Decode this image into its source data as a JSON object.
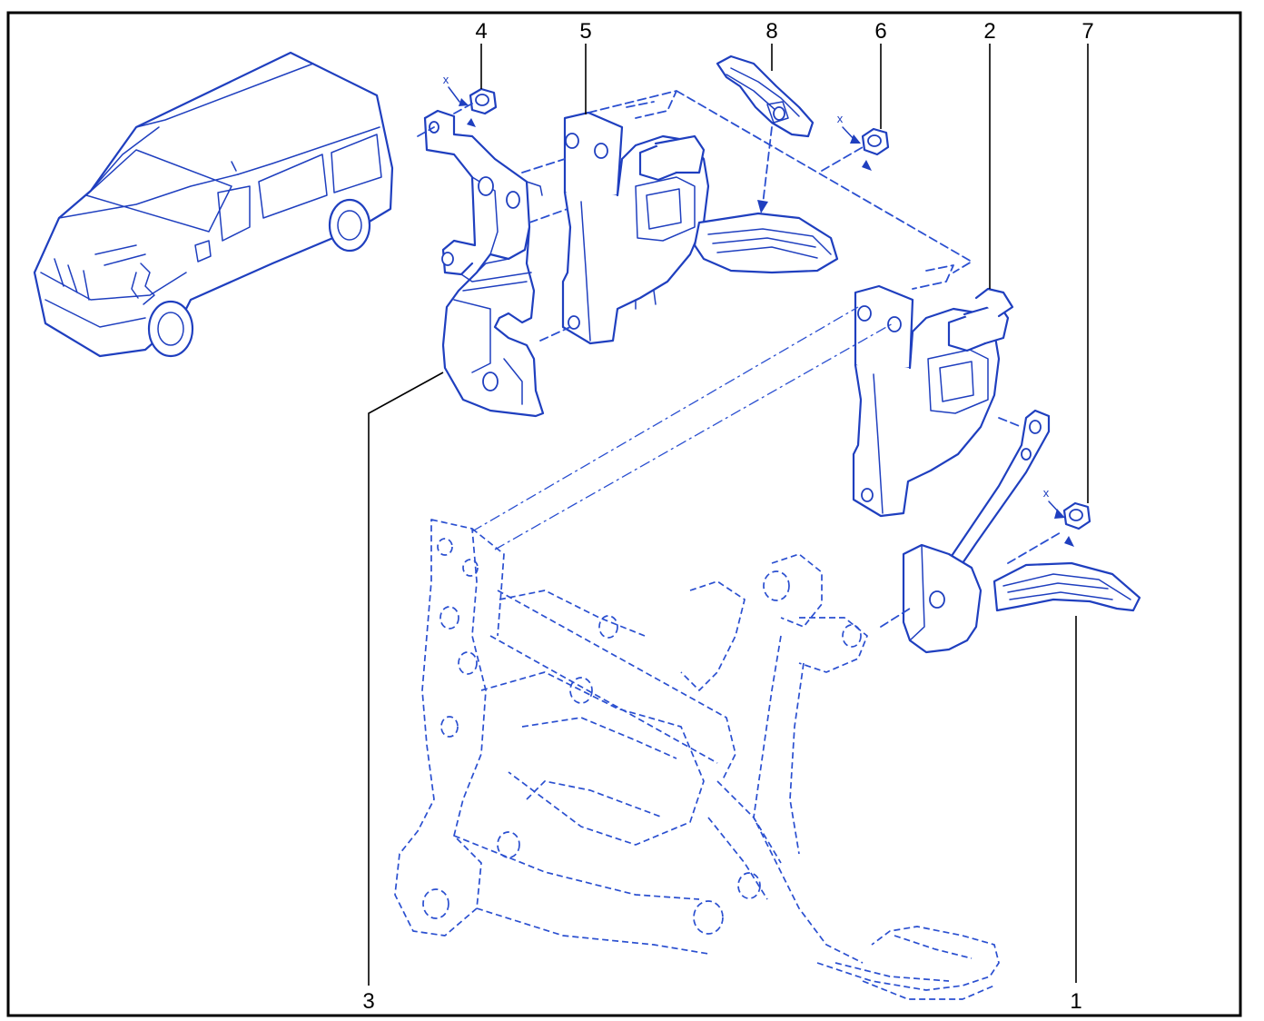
{
  "diagram": {
    "callouts": [
      {
        "id": "1",
        "label": "1"
      },
      {
        "id": "2",
        "label": "2"
      },
      {
        "id": "3",
        "label": "3"
      },
      {
        "id": "4",
        "label": "4"
      },
      {
        "id": "5",
        "label": "5"
      },
      {
        "id": "6",
        "label": "6"
      },
      {
        "id": "7",
        "label": "7"
      },
      {
        "id": "8",
        "label": "8"
      }
    ],
    "marks": {
      "x_left": "x",
      "x_middle": "x",
      "x_right": "x"
    },
    "colors": {
      "line_art": "#1f3fbf",
      "frame": "#000000",
      "background": "#ffffff"
    }
  }
}
